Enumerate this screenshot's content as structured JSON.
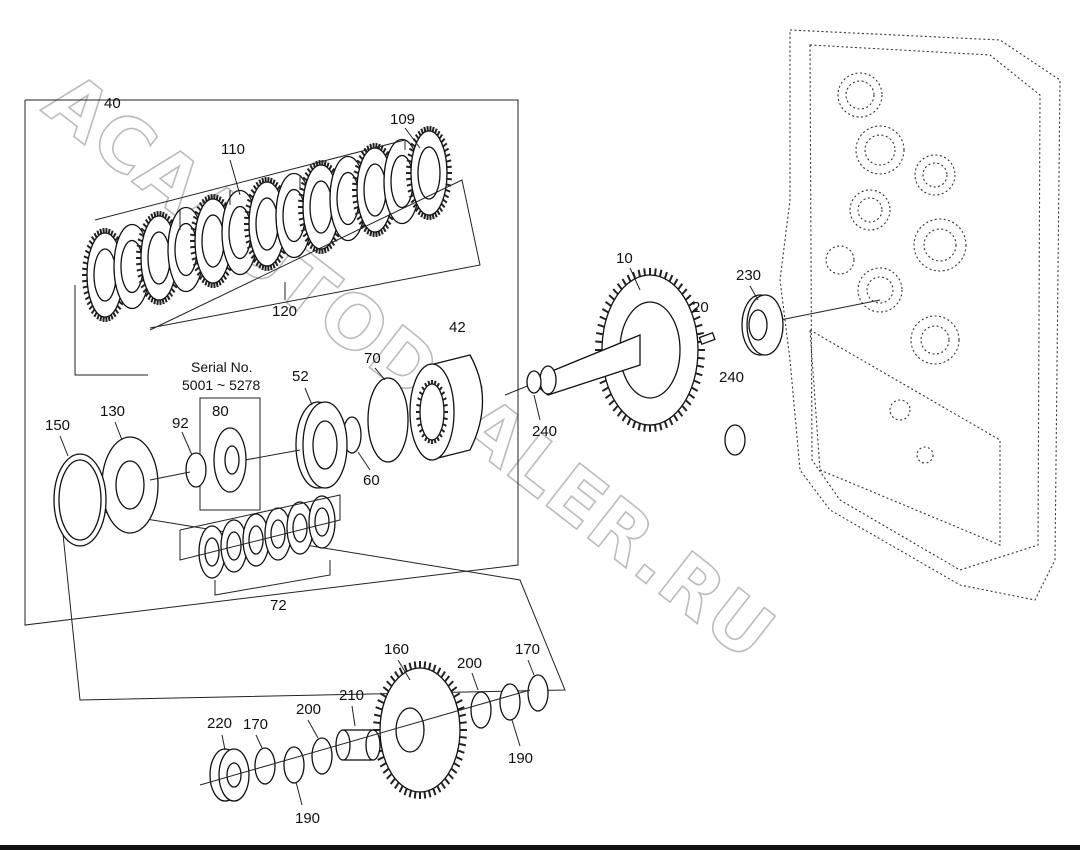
{
  "watermark": "ACAAUTODEALER.RU",
  "serial": {
    "line1": "Serial No.",
    "line2": "5001 ~ 5278"
  },
  "callouts": [
    {
      "id": "40",
      "label": "40"
    },
    {
      "id": "109",
      "label": "109"
    },
    {
      "id": "110",
      "label": "110"
    },
    {
      "id": "120",
      "label": "120"
    },
    {
      "id": "10",
      "label": "10"
    },
    {
      "id": "20",
      "label": "20"
    },
    {
      "id": "230",
      "label": "230"
    },
    {
      "id": "240a",
      "label": "240"
    },
    {
      "id": "240b",
      "label": "240"
    },
    {
      "id": "42",
      "label": "42"
    },
    {
      "id": "70",
      "label": "70"
    },
    {
      "id": "52",
      "label": "52"
    },
    {
      "id": "60",
      "label": "60"
    },
    {
      "id": "80",
      "label": "80"
    },
    {
      "id": "92",
      "label": "92"
    },
    {
      "id": "130",
      "label": "130"
    },
    {
      "id": "150",
      "label": "150"
    },
    {
      "id": "72",
      "label": "72"
    },
    {
      "id": "160",
      "label": "160"
    },
    {
      "id": "170a",
      "label": "170"
    },
    {
      "id": "200a",
      "label": "200"
    },
    {
      "id": "210",
      "label": "210"
    },
    {
      "id": "200b",
      "label": "200"
    },
    {
      "id": "170b",
      "label": "170"
    },
    {
      "id": "220",
      "label": "220"
    },
    {
      "id": "190a",
      "label": "190"
    },
    {
      "id": "190b",
      "label": "190"
    }
  ]
}
